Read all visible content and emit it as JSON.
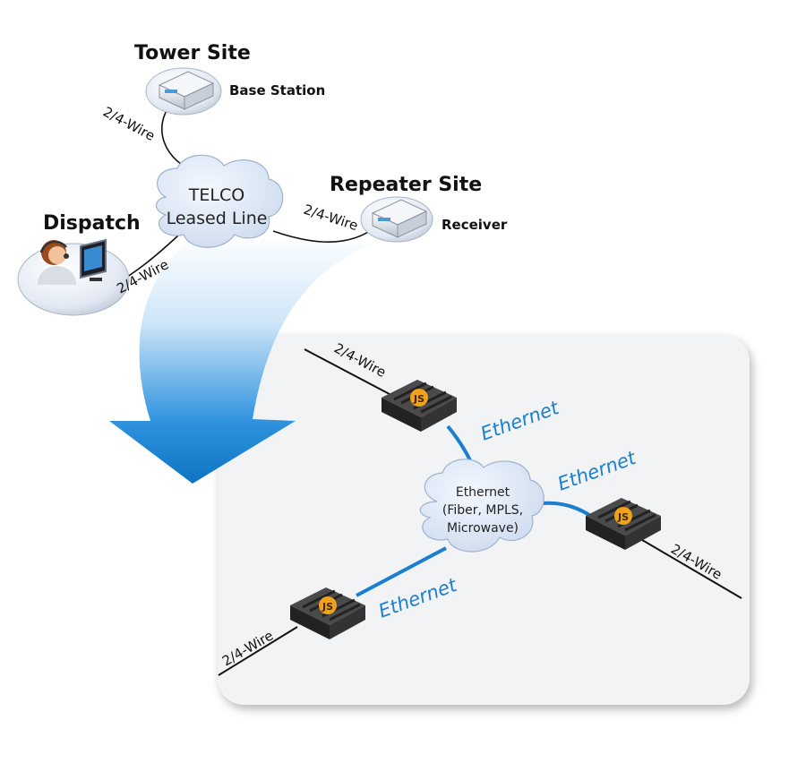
{
  "top_network": {
    "tower_site": {
      "title": "Tower Site",
      "device_label": "Base Station"
    },
    "repeater_site": {
      "title": "Repeater Site",
      "device_label": "Receiver"
    },
    "dispatch": {
      "title": "Dispatch"
    },
    "cloud": {
      "line1": "TELCO",
      "line2": "Leased Line"
    },
    "links": {
      "tower": "2/4-Wire",
      "repeater": "2/4-Wire",
      "dispatch": "2/4-Wire"
    }
  },
  "bottom_network": {
    "cloud": {
      "line1": "Ethernet",
      "line2": "(Fiber, MPLS,",
      "line3": "Microwave)"
    },
    "device_badge": "JS",
    "links": {
      "top_wire": "2/4-Wire",
      "top_ethernet": "Ethernet",
      "right_ethernet": "Ethernet",
      "right_wire": "2/4-Wire",
      "bottom_ethernet": "Ethernet",
      "bottom_wire": "2/4-Wire"
    }
  },
  "colors": {
    "ethernet": "#1a7fd1",
    "arrow": "#1b86d8",
    "panel": "#f2f3f5"
  }
}
